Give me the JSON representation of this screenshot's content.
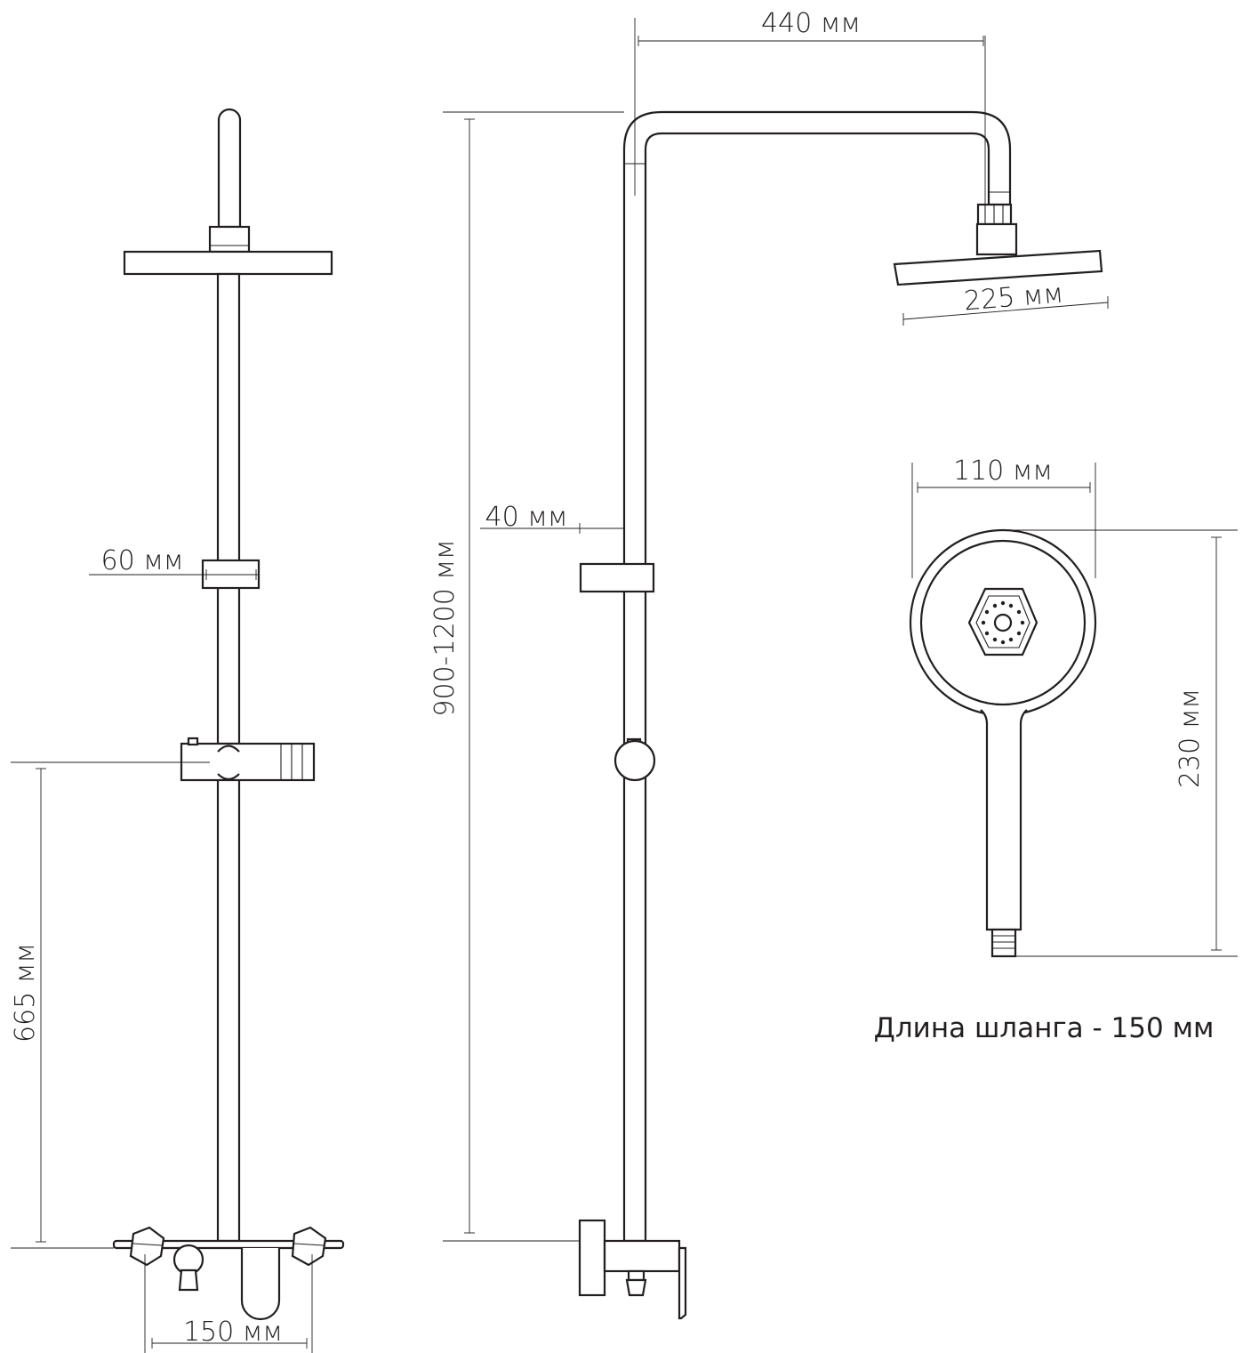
{
  "dimensions": {
    "overhead_arm_reach": "440 мм",
    "overhead_shower_diameter": "225 мм",
    "hand_shower_width": "110 мм",
    "hand_shower_length": "230 мм",
    "column_height": "900-1200 мм",
    "pipe_diameter": "40 мм",
    "holder_height": "60 мм",
    "mixer_to_holder": "665 мм",
    "mixer_connection_spacing": "150 мм"
  },
  "note": "Длина шланга - 150 мм",
  "colors": {
    "line": "#231f20",
    "background": "#ffffff"
  }
}
